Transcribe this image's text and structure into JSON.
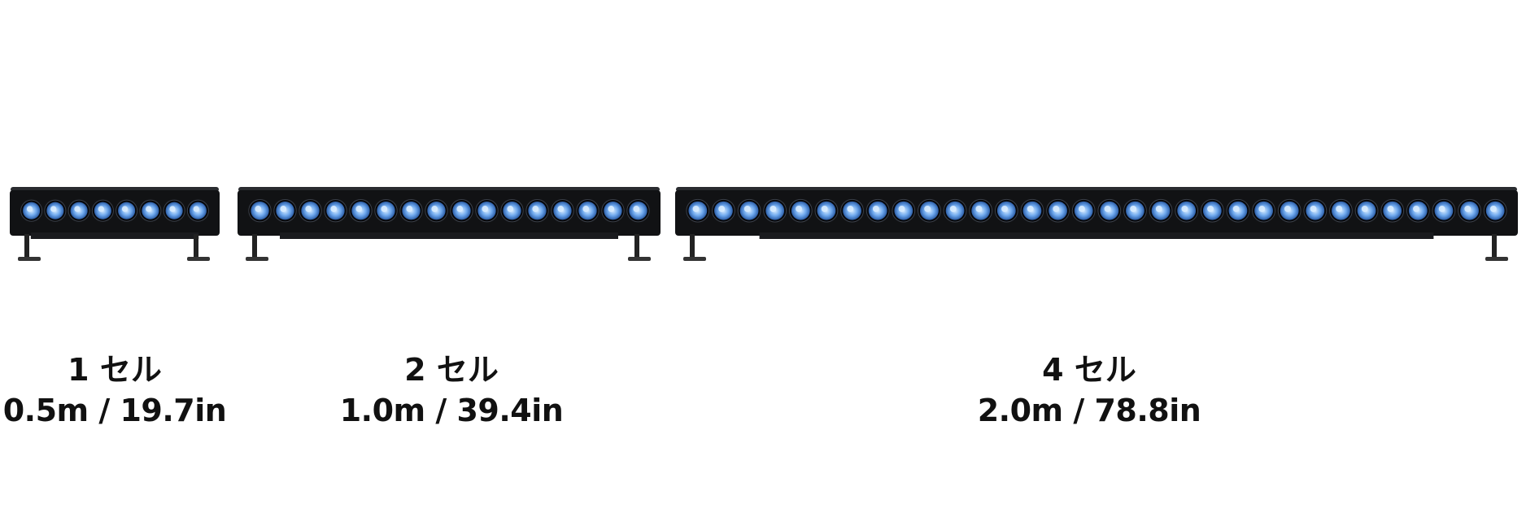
{
  "products": [
    {
      "cells": "1 セル",
      "length": "0.5m / 19.7in",
      "led_count": 8
    },
    {
      "cells": "2 セル",
      "length": "1.0m / 39.4in",
      "led_count": 16
    },
    {
      "cells": "4 セル",
      "length": "2.0m / 78.8in",
      "led_count": 32
    }
  ],
  "colors": {
    "background": "#ffffff",
    "housing": "#111214",
    "housing_edge": "#2a2c30",
    "led_glow": "#6fa9ee",
    "led_core": "#d8ecff",
    "text": "#111111"
  }
}
